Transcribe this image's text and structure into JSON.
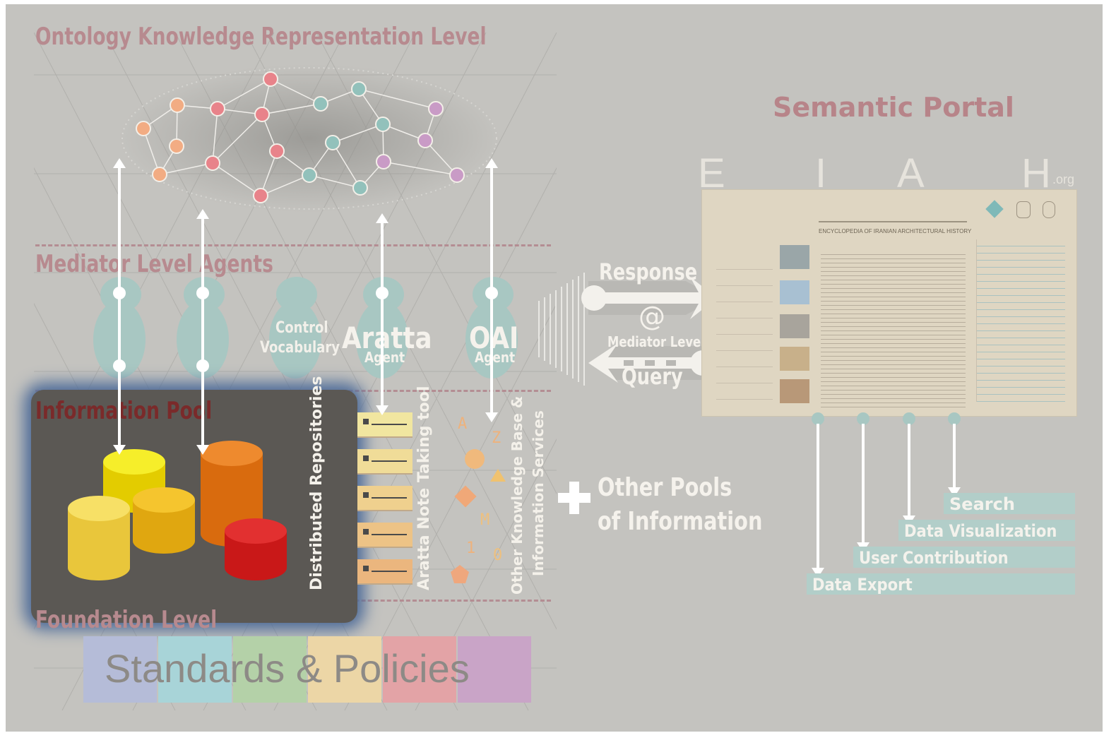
{
  "levels": {
    "ontology": "Ontology Knowledge Representation Level",
    "mediator": "Mediator Level Agents",
    "pool": "Information Pool",
    "foundation": "Foundation Level"
  },
  "agents": {
    "control_1": "Control",
    "control_2": "Vocabulary",
    "aratta": "Aratta",
    "aratta_sub": "Agent",
    "oai": "OAI",
    "oai_sub": "Agent"
  },
  "pool_labels": {
    "repositories": "Distributed Repositories",
    "notes": "Aratta Note Taking tool",
    "kb_1": "Other Knowledge Base &",
    "kb_2": "Information Services"
  },
  "kb_glyphs": [
    "A",
    "Z",
    "M",
    "1",
    "0"
  ],
  "standards": {
    "text": "Standards & Policies",
    "colors": [
      "#b5bcd8",
      "#a8d4d8",
      "#b4d1a8",
      "#ecd6a6",
      "#e3a3a6",
      "#c9a4c7"
    ]
  },
  "other_pools": {
    "line1": "Other Pools",
    "line2": "of Information"
  },
  "mediator": {
    "response": "Response",
    "at": "@",
    "level": "Mediator Level",
    "query": "Query"
  },
  "portal": {
    "title": "Semantic Portal",
    "letters": [
      "E",
      "I",
      "A",
      "H"
    ],
    "suffix": ".org",
    "site_title_en": "ENCYCLOPEDIA OF IRANIAN ARCHITECTURAL HISTORY",
    "features": [
      "Search",
      "Data Visualization",
      "User Contribution",
      "Data Export"
    ]
  },
  "colors": {
    "background": "#c4c3bf",
    "level_title": "#b78a8f",
    "pool_title": "#7a2a2a",
    "agent": "#a8c7c2",
    "feature_bar": "#b2cec9",
    "portal_title": "#b78489"
  }
}
